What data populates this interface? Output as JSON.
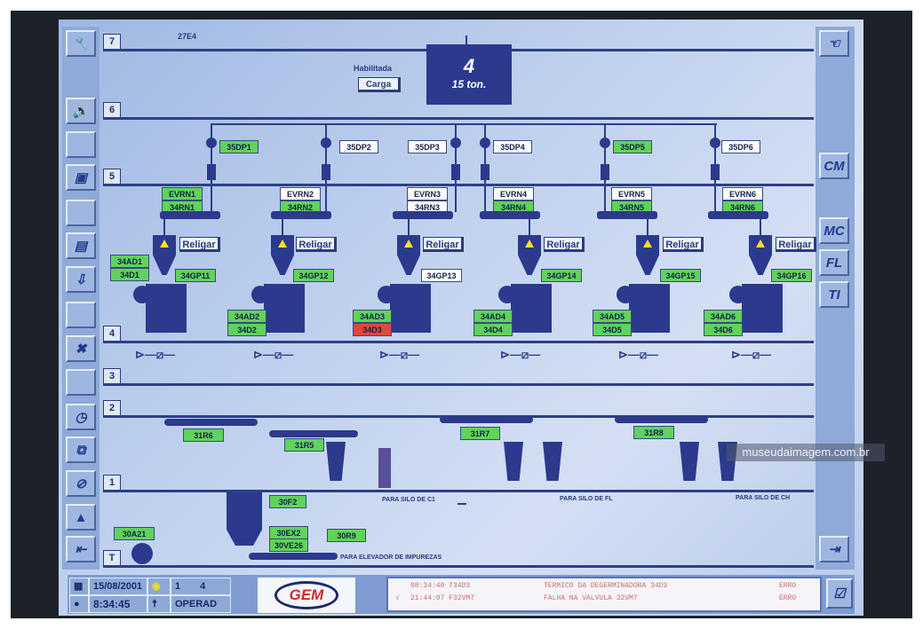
{
  "header": {
    "top_tag": "27E4",
    "enable_label": "Habilitada",
    "load_button": "Carga",
    "hopper_number": "4",
    "hopper_weight": "15 ton."
  },
  "levels": [
    "7",
    "6",
    "5",
    "4",
    "3",
    "2",
    "1",
    "T"
  ],
  "right_menu": [
    "CM",
    "MC",
    "FL",
    "TI"
  ],
  "columns": [
    {
      "dp": "35DP1",
      "dp_state": "g",
      "evrn": "EVRN1",
      "evrn_state": "g",
      "rn": "34RN1",
      "rn_state": "g",
      "religar": "Religar",
      "gp": "34GP11",
      "gp_state": "g",
      "ad": "34AD1",
      "ad_state": "g",
      "d": "34D1",
      "d_state": "g"
    },
    {
      "dp": "35DP2",
      "dp_state": "w",
      "evrn": "EVRN2",
      "evrn_state": "w",
      "rn": "34RN2",
      "rn_state": "g",
      "religar": "Religar",
      "gp": "34GP12",
      "gp_state": "g",
      "ad": "34AD2",
      "ad_state": "g",
      "d": "34D2",
      "d_state": "g"
    },
    {
      "dp": "35DP3",
      "dp_state": "w",
      "evrn": "EVRN3",
      "evrn_state": "w",
      "rn": "34RN3",
      "rn_state": "w",
      "religar": "Religar",
      "gp": "34GP13",
      "gp_state": "w",
      "ad": "34AD3",
      "ad_state": "g",
      "d": "34D3",
      "d_state": "r"
    },
    {
      "dp": "35DP4",
      "dp_state": "w",
      "evrn": "EVRN4",
      "evrn_state": "w",
      "rn": "34RN4",
      "rn_state": "g",
      "religar": "Religar",
      "gp": "34GP14",
      "gp_state": "g",
      "ad": "34AD4",
      "ad_state": "g",
      "d": "34D4",
      "d_state": "g"
    },
    {
      "dp": "35DP5",
      "dp_state": "g",
      "evrn": "EVRN5",
      "evrn_state": "w",
      "rn": "34RN5",
      "rn_state": "g",
      "religar": "Religar",
      "gp": "34GP15",
      "gp_state": "g",
      "ad": "34AD5",
      "ad_state": "g",
      "d": "34D5",
      "d_state": "g"
    },
    {
      "dp": "35DP6",
      "dp_state": "w",
      "evrn": "EVRN6",
      "evrn_state": "w",
      "rn": "34RN6",
      "rn_state": "g",
      "religar": "Religar",
      "gp": "34GP16",
      "gp_state": "g",
      "ad": "34AD6",
      "ad_state": "g",
      "d": "34D6",
      "d_state": "g"
    }
  ],
  "lower": {
    "r6": "31R6",
    "r5": "31R5",
    "r7": "31R7",
    "r8": "31R8",
    "f2": "30F2",
    "ex2": "30EX2",
    "ve26": "30VE26",
    "r9": "30R9",
    "a21": "30A21",
    "dest_c1": "PARA SILO DE C1",
    "dest_fl": "PARA SILO DE FL",
    "dest_ch": "PARA SILO DE CH",
    "dest_imp": "PARA ELEVADOR DE IMPUREZAS"
  },
  "status_bar": {
    "date": "15/08/2001",
    "time": "8:34:45",
    "field1": "1",
    "field2": "4",
    "user": "OPERAD",
    "logo": "GEM"
  },
  "alarms": [
    {
      "time": "08:34:40 T34D3",
      "message": "TERMICO DA DEGERMINADORA 34D3",
      "status": "ERRO"
    },
    {
      "time": "21:44:07 F32VM7",
      "message": "FALHA NA VALVULA 32VM7",
      "status": "ERRO"
    }
  ],
  "watermark": "museudaimagem.com.br",
  "colors": {
    "ok": "#5fd35a",
    "off": "#fdfdff",
    "fault": "#e4463c",
    "equipment": "#2b3a8c"
  }
}
